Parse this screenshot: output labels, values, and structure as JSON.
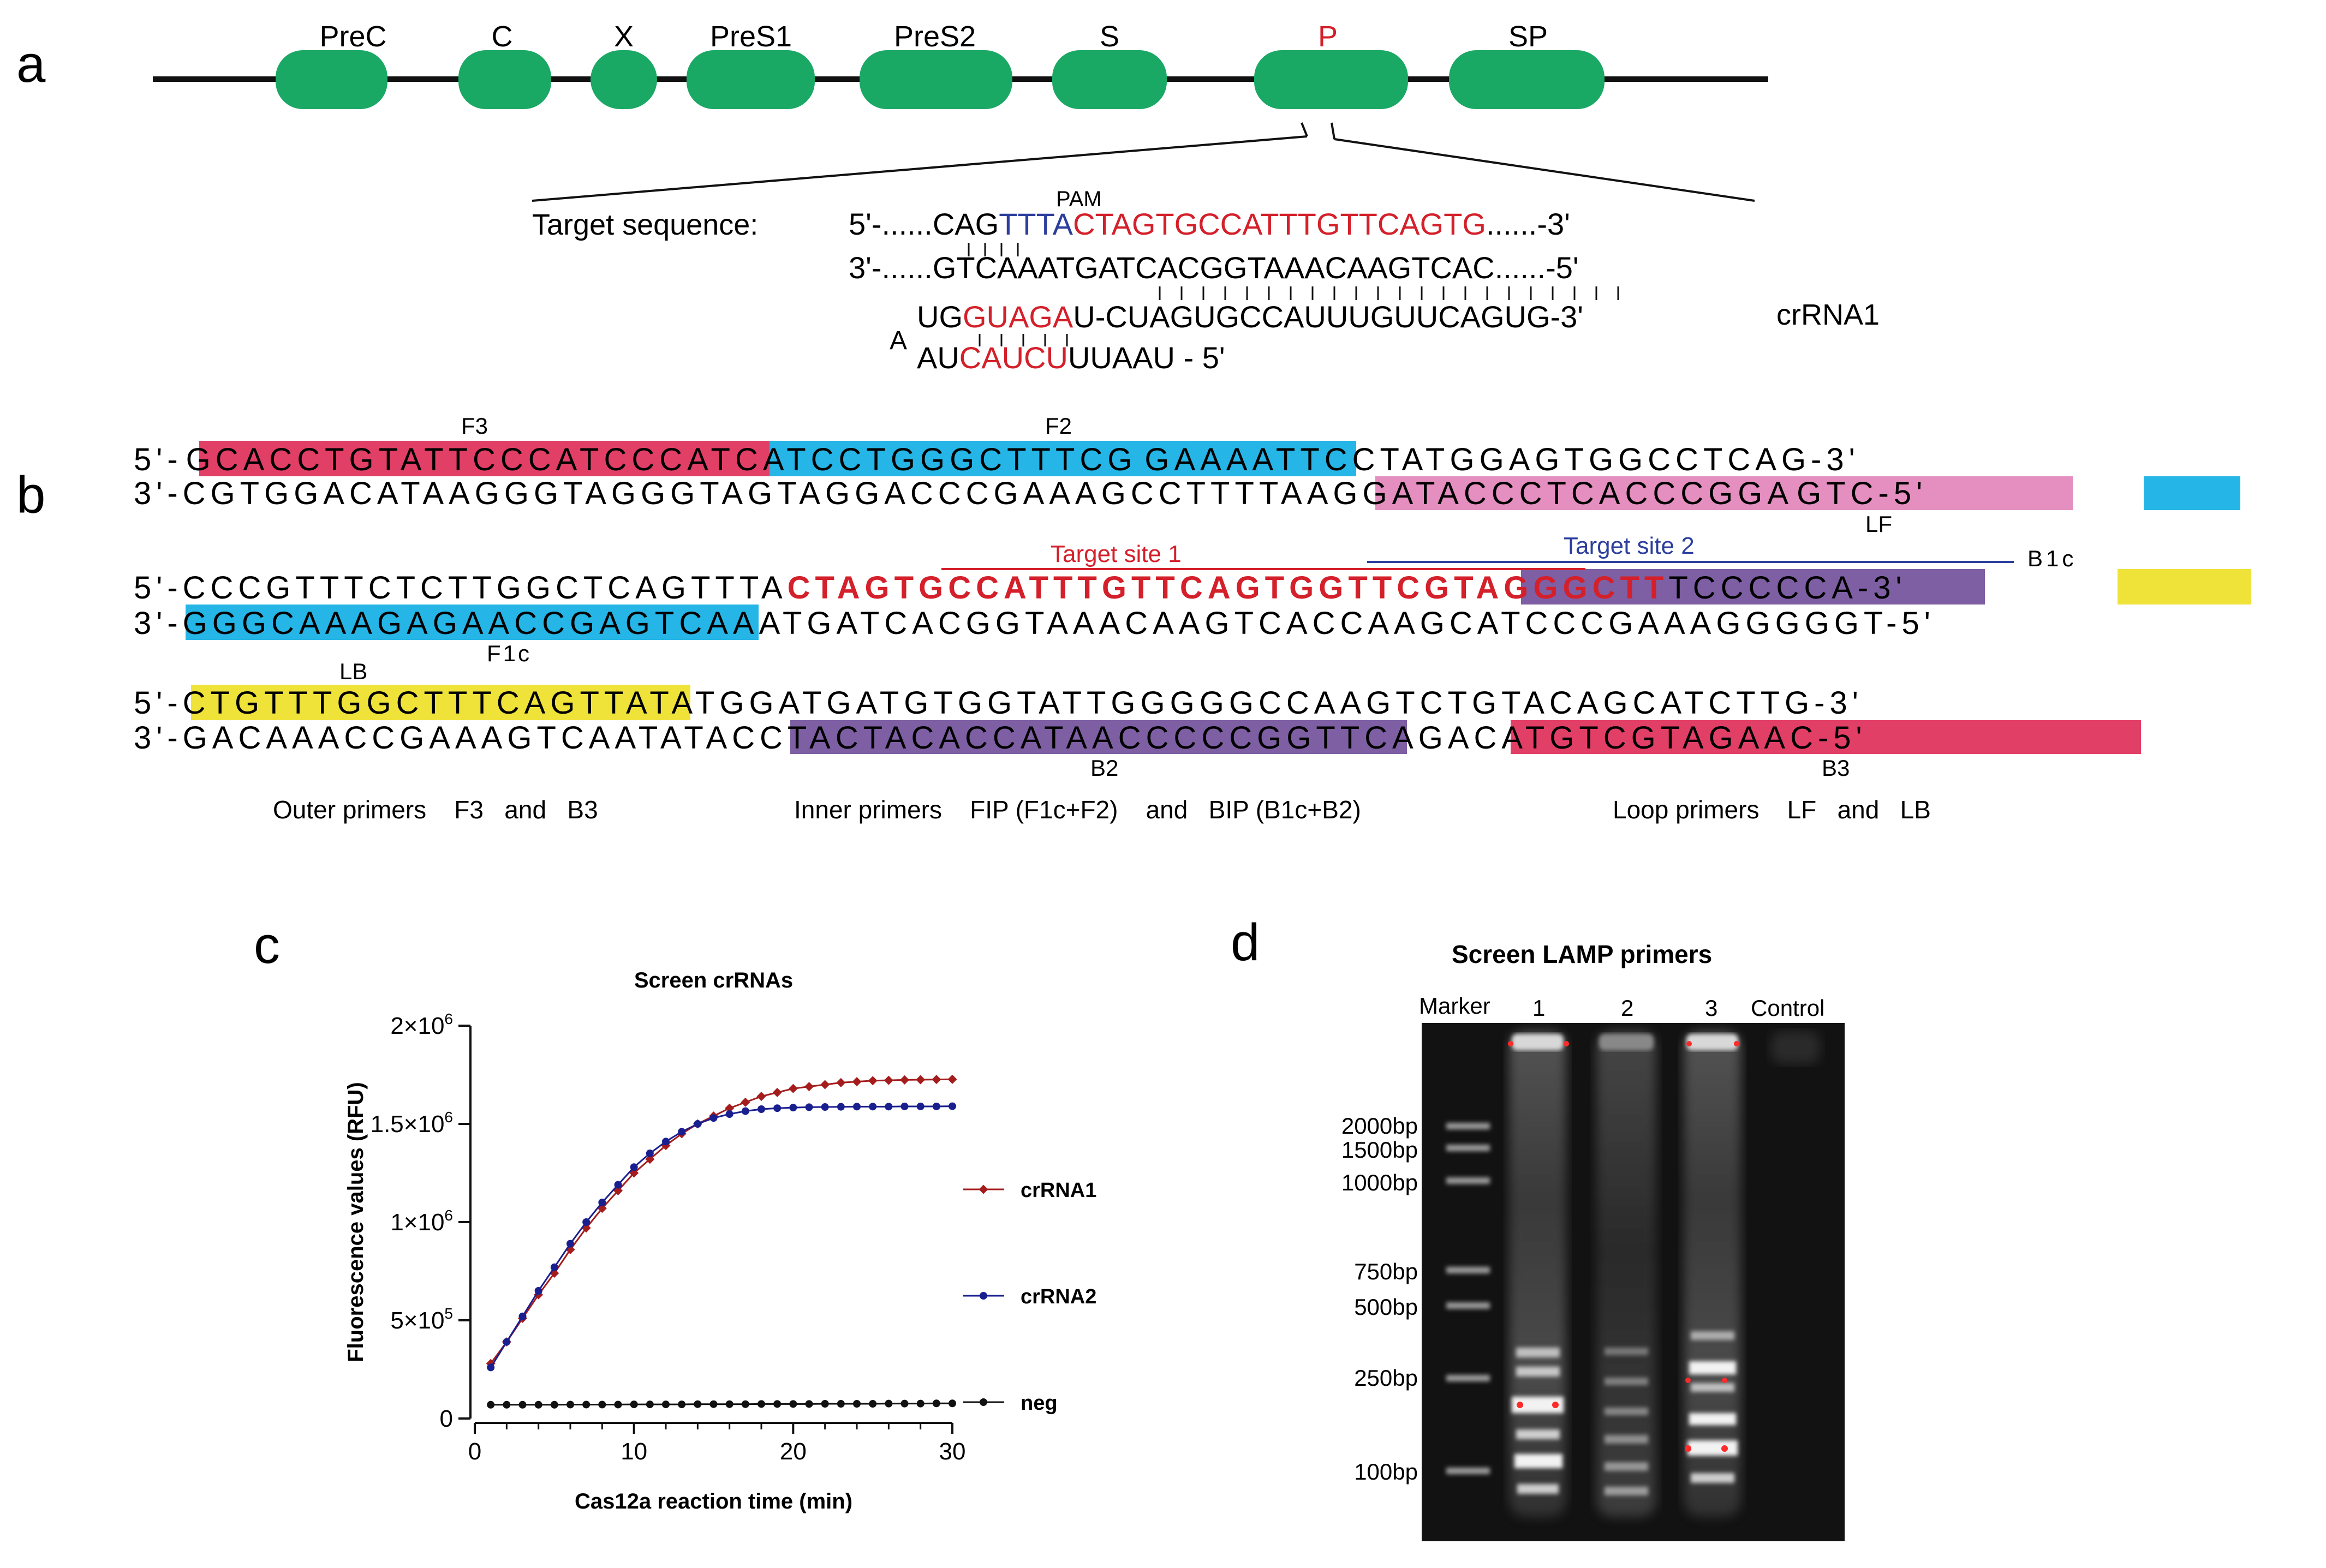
{
  "panels": {
    "a": "a",
    "b": "b",
    "c": "c",
    "d": "d"
  },
  "colors": {
    "gene_block": "#1aa865",
    "red": "#d4202a",
    "blue": "#2c3e9e",
    "hl_pink": "#e23f67",
    "hl_cyan": "#25b5e6",
    "hl_mauve": "#e48fc0",
    "hl_purple": "#7e5fa3",
    "hl_yellow": "#efe33a",
    "crRNA1": "#a51c1c",
    "crRNA2": "#1a1f8f",
    "neg": "#111111"
  },
  "panel_a": {
    "genes": [
      "PreC",
      "C",
      "X",
      "PreS1",
      "PreS2",
      "S",
      "P",
      "SP"
    ],
    "pam": "PAM",
    "target_label": "Target sequence:",
    "top_seq": {
      "prefix": "5'-......CAG",
      "pam": "TTTA",
      "target": "CTAGTGCCATTTGTTCAGTG",
      "suffix": "......-3'"
    },
    "bottom_seq": "3'-......GTCAAATGATCACGGTAAACAAGTCAC......-5'",
    "crrna_line1": {
      "a": "UG",
      "b": "GUAGA",
      "c": "U-CUAGUGCCAUUUGUUCAGUG-3'"
    },
    "crrna_line2": {
      "a": "A",
      "b": "AU",
      "c": "CAUCU",
      "d": "UUAAU - 5'"
    },
    "crrna_label": "crRNA1"
  },
  "panel_b": {
    "block1": {
      "top": [
        "5'-",
        "GCACCTGTATTCCCATCC",
        "CATCATCCTGGGCTTTCG",
        "GAAAATTCCTATGGAGTGGCCTCAG-3'"
      ],
      "bottom": [
        "3'-CGTGGACATAAGGGTAGGGTAGTAGGACCCGAAAGC",
        "CTTTTAAGGATACCCTCACCCGG",
        "A",
        "GTC",
        "-5'"
      ]
    },
    "block2": {
      "top": [
        "5'-CCCGTTTCTCTTGGCTCAGTTTA",
        "CTAGTGCCATTTGTTCAG",
        "TGGTTCGTAGGGCTT",
        "TCC",
        "CCCA",
        "-3'"
      ],
      "bottom": [
        "3'-",
        "GGGCAAAGAGAACCGAG",
        "TCAAATGATCACGGTAAACAAGTCACCAAGCATCCCGAAAGGGGGT-5'"
      ]
    },
    "block3": {
      "top": [
        "5'-",
        "CTGTTTGGCTTTCAGT",
        "TATATGGATGATGTGGTATTGGGGGCCAAGTCTGTACAGCATCTTG-3'"
      ],
      "bottom": [
        "3'-GACAAACCGAAAGTCAATA",
        "TACCTACTACACCATAACCC",
        "CCG",
        "GTTCAGACATGTCGTAGAAC",
        "-5'"
      ]
    },
    "labels": {
      "F3": "F3",
      "F2": "F2",
      "LF": "LF",
      "B1c": "B1c",
      "F1c": "F1c",
      "LB": "LB",
      "B2": "B2",
      "B3": "B3"
    },
    "target_site_1": "Target site 1",
    "target_site_2": "Target site 2",
    "legend_outer": "Outer primers    F3   and   B3",
    "legend_inner": "Inner primers    FIP (F1c+F2)    and   BIP (B1c+B2)",
    "legend_loop": "Loop primers    LF   and   LB"
  },
  "chart_data": {
    "type": "line",
    "title": "Screen crRNAs",
    "xlabel": "Cas12a reaction time (min)",
    "ylabel": "Fluorescence values (RFU)",
    "xlim": [
      0,
      30
    ],
    "ylim": [
      0,
      2000000
    ],
    "xticks": [
      "0",
      "10",
      "20",
      "30"
    ],
    "yticks": [
      {
        "value": 0,
        "base": "0",
        "sup": ""
      },
      {
        "value": 500000,
        "base": "5×10",
        "sup": "5"
      },
      {
        "value": 1000000,
        "base": "1×10",
        "sup": "6"
      },
      {
        "value": 1500000,
        "base": "1.5×10",
        "sup": "6"
      },
      {
        "value": 2000000,
        "base": "2×10",
        "sup": "6"
      }
    ],
    "legend_position": "right",
    "x": [
      1,
      2,
      3,
      4,
      5,
      6,
      7,
      8,
      9,
      10,
      11,
      12,
      13,
      14,
      15,
      16,
      17,
      18,
      19,
      20,
      21,
      22,
      23,
      24,
      25,
      26,
      27,
      28,
      29,
      30
    ],
    "series": [
      {
        "name": "crRNA1",
        "values": [
          280000,
          390000,
          510000,
          630000,
          740000,
          860000,
          970000,
          1070000,
          1160000,
          1250000,
          1320000,
          1390000,
          1450000,
          1500000,
          1540000,
          1580000,
          1610000,
          1640000,
          1660000,
          1680000,
          1690000,
          1700000,
          1710000,
          1715000,
          1720000,
          1722000,
          1724000,
          1725000,
          1726000,
          1727000
        ]
      },
      {
        "name": "crRNA2",
        "values": [
          260000,
          390000,
          520000,
          650000,
          770000,
          890000,
          1000000,
          1100000,
          1190000,
          1280000,
          1350000,
          1410000,
          1460000,
          1500000,
          1530000,
          1550000,
          1565000,
          1575000,
          1580000,
          1583000,
          1585000,
          1586000,
          1587000,
          1588000,
          1588000,
          1588000,
          1589000,
          1589000,
          1589000,
          1590000
        ]
      },
      {
        "name": "neg",
        "values": [
          70000,
          70000,
          70000,
          70000,
          70000,
          71000,
          71000,
          71000,
          71000,
          72000,
          72000,
          72000,
          72000,
          73000,
          73000,
          73000,
          73000,
          74000,
          74000,
          74000,
          74000,
          75000,
          75000,
          75000,
          75000,
          76000,
          76000,
          76000,
          77000,
          77000
        ]
      }
    ]
  },
  "panel_d": {
    "title": "Screen LAMP primers",
    "lanes": [
      "Marker",
      "1",
      "2",
      "3",
      "Control"
    ],
    "ladder": [
      "2000bp",
      "1500bp",
      "1000bp",
      "750bp",
      "500bp",
      "250bp",
      "100bp"
    ]
  }
}
